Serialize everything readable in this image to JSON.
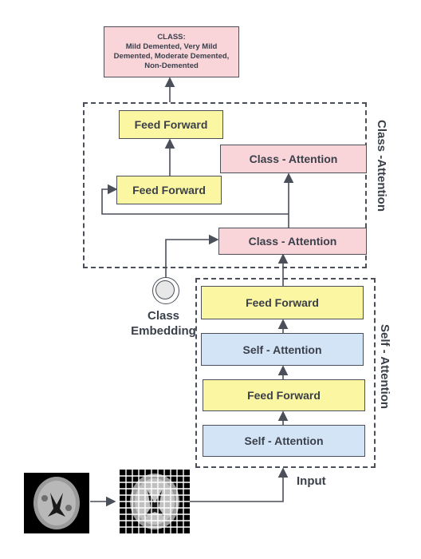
{
  "output": {
    "text": "CLASS:\nMild Demented, Very Mild Demented, Moderate Demented, Non-Demented"
  },
  "class_attention": {
    "group_label": "Class -Attention",
    "feed_forward_top": "Feed Forward",
    "feed_forward_mid": "Feed Forward",
    "attention_top": "Class - Attention",
    "attention_bottom": "Class - Attention"
  },
  "class_embedding": {
    "label": "Class\nEmbedding"
  },
  "self_attention": {
    "group_label": "Self - Attention",
    "blocks": [
      "Feed Forward",
      "Self - Attention",
      "Feed Forward",
      "Self - Attention"
    ]
  },
  "input": {
    "label": "Input"
  }
}
